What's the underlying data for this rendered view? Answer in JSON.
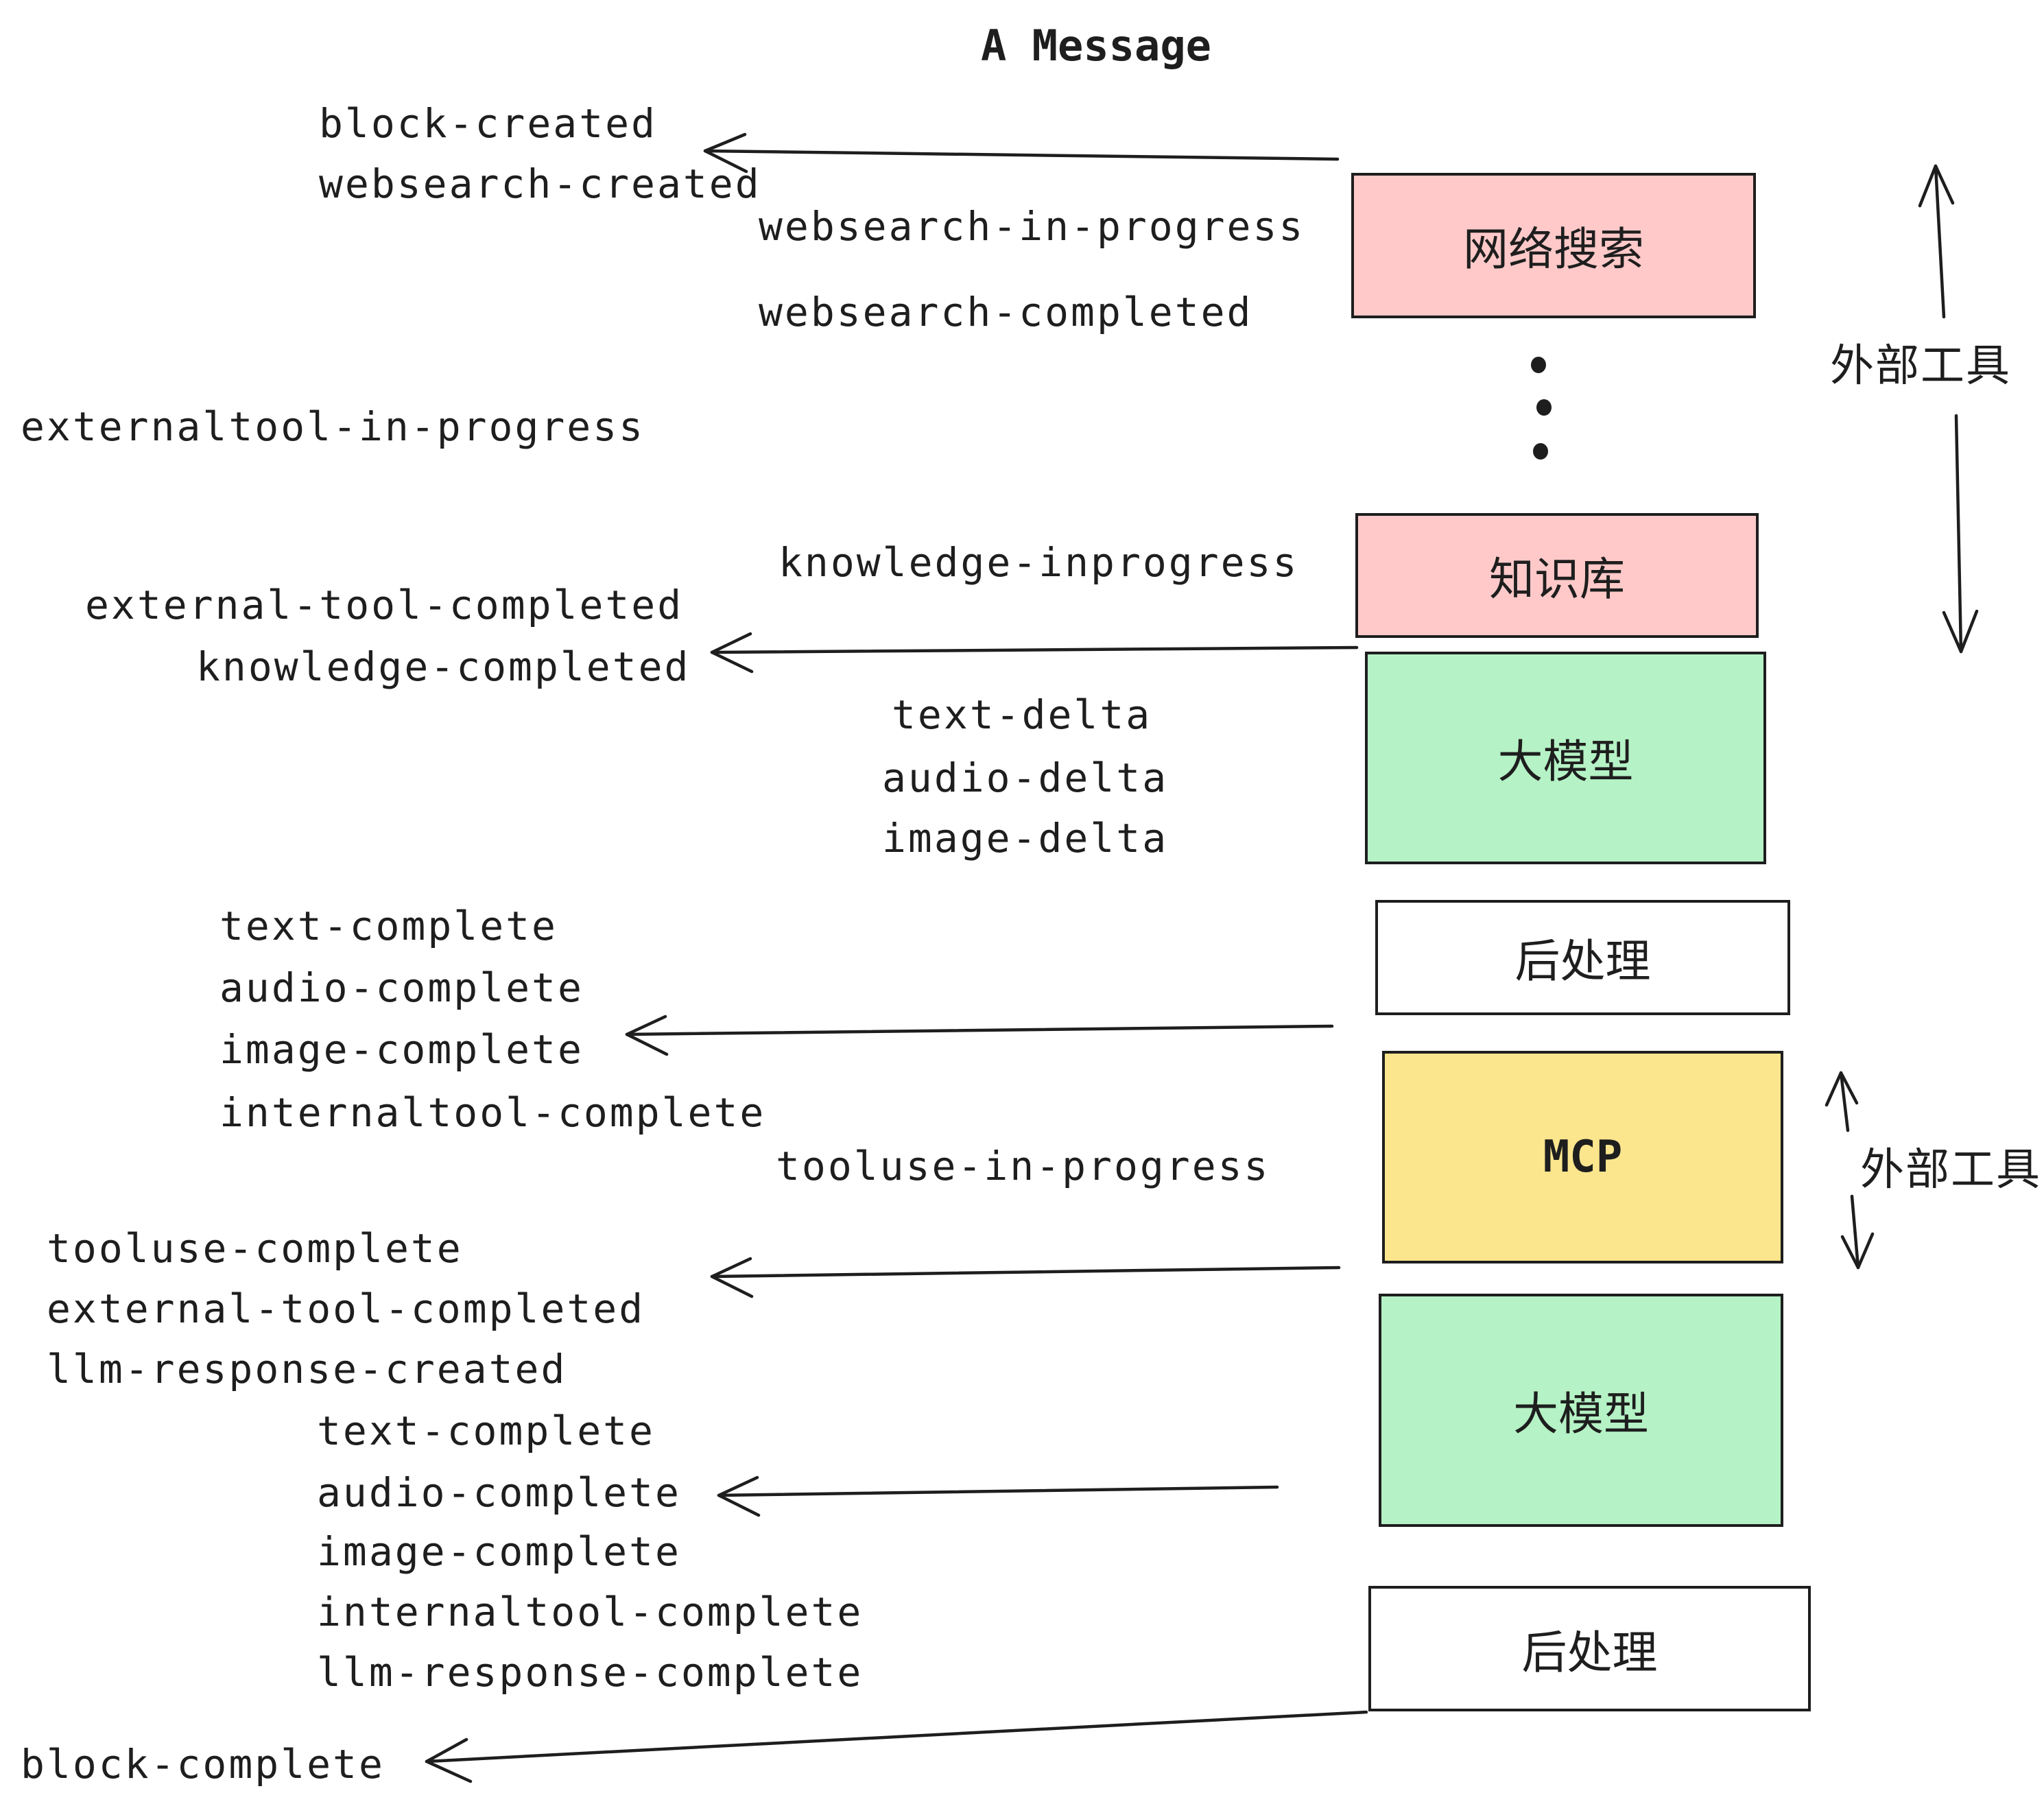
{
  "title": "A Message",
  "colors": {
    "ink": "#1e1e1e",
    "pink_fill": "#ffc9c9",
    "green_fill": "#b5f2c5",
    "yellow_fill": "#fbe58d",
    "white_fill": "#ffffff"
  },
  "boxes": [
    {
      "id": "websearch",
      "label": "网络搜索",
      "color": "pink"
    },
    {
      "id": "knowledge",
      "label": "知识库",
      "color": "pink"
    },
    {
      "id": "llm-1",
      "label": "大模型",
      "color": "green"
    },
    {
      "id": "postproc-1",
      "label": "后处理",
      "color": "white"
    },
    {
      "id": "mcp",
      "label": "MCP",
      "color": "yellow"
    },
    {
      "id": "llm-2",
      "label": "大模型",
      "color": "green"
    },
    {
      "id": "postproc-2",
      "label": "后处理",
      "color": "white"
    }
  ],
  "side_labels": [
    {
      "id": "external-tools-top",
      "text": "外部工具"
    },
    {
      "id": "external-tools-bottom",
      "text": "外部工具"
    }
  ],
  "events": [
    {
      "text": "block-created"
    },
    {
      "text": "websearch-created"
    },
    {
      "text": "websearch-in-progress"
    },
    {
      "text": "websearch-completed"
    },
    {
      "text": "externaltool-in-progress"
    },
    {
      "text": "knowledge-inprogress"
    },
    {
      "text": "external-tool-completed"
    },
    {
      "text": "knowledge-completed"
    },
    {
      "text": "text-delta"
    },
    {
      "text": "audio-delta"
    },
    {
      "text": "image-delta"
    },
    {
      "text": "text-complete"
    },
    {
      "text": "audio-complete"
    },
    {
      "text": "image-complete"
    },
    {
      "text": "internaltool-complete"
    },
    {
      "text": "tooluse-in-progress"
    },
    {
      "text": "tooluse-complete"
    },
    {
      "text": "external-tool-completed"
    },
    {
      "text": "llm-response-created"
    },
    {
      "text": "text-complete"
    },
    {
      "text": "audio-complete"
    },
    {
      "text": "image-complete"
    },
    {
      "text": "internaltool-complete"
    },
    {
      "text": "llm-response-complete"
    },
    {
      "text": "block-complete"
    }
  ]
}
